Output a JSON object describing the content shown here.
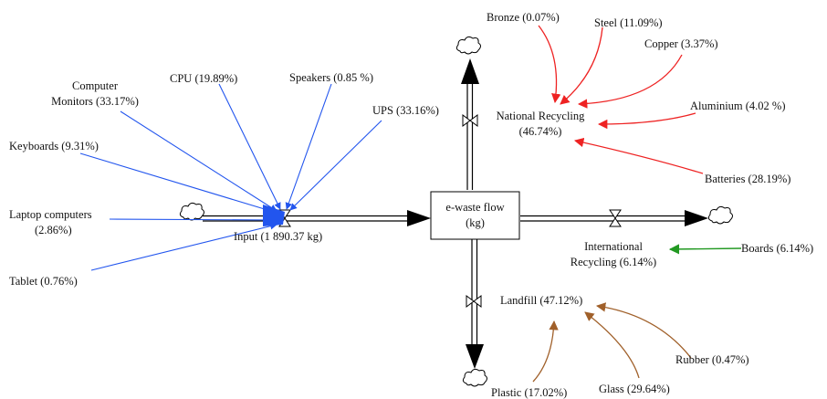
{
  "stock": {
    "line1": "e-waste flow",
    "line2": "(kg)"
  },
  "flows": {
    "input": "Input (1 890.37 kg)",
    "national_1": "National Recycling",
    "national_2": "(46.74%)",
    "international_1": "International",
    "international_2": "Recycling (6.14%)",
    "landfill": "Landfill (47.12%)"
  },
  "inputs": {
    "monitors_1": "Computer",
    "monitors_2": "Monitors (33.17%)",
    "cpu": "CPU (19.89%)",
    "speakers": "Speakers (0.85 %)",
    "ups": "UPS (33.16%)",
    "keyboards": "Keyboards (9.31%)",
    "laptops_1": "Laptop computers",
    "laptops_2": "(2.86%)",
    "tablet": "Tablet (0.76%)"
  },
  "recycling": {
    "bronze": "Bronze (0.07%)",
    "steel": "Steel (11.09%)",
    "copper": "Copper (3.37%)",
    "aluminium": "Aluminium (4.02 %)",
    "batteries": "Batteries (28.19%)"
  },
  "international_inputs": {
    "boards": "Boards (6.14%)"
  },
  "landfill_inputs": {
    "plastic": "Plastic (17.02%)",
    "glass": "Glass (29.64%)",
    "rubber": "Rubber (0.47%)"
  },
  "colors": {
    "input_links": "#2255ee",
    "national_links": "#ee2222",
    "international_links": "#229922",
    "landfill_links": "#a0602a"
  }
}
